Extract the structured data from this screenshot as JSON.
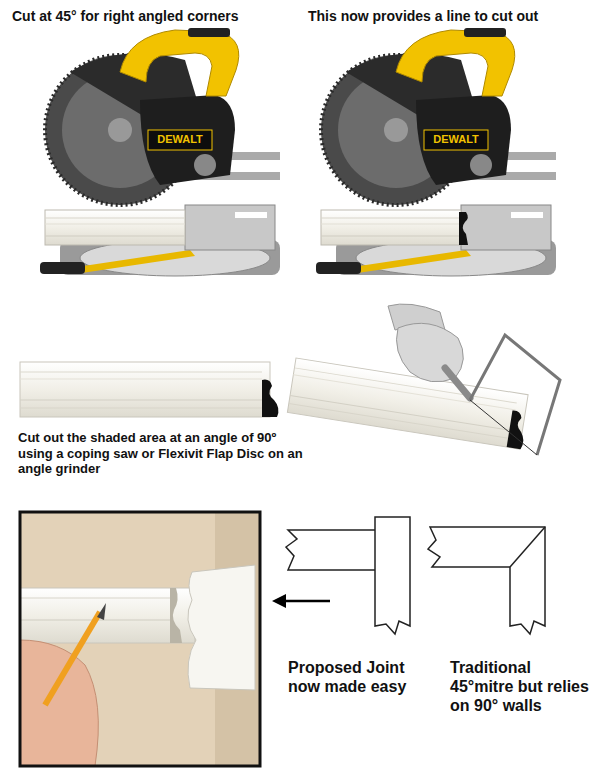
{
  "diagram": {
    "labels": [
      "Cut at 45° for right angled corners",
      "This now provides a line to cut out",
      "DEWALT",
      "DEWALT",
      "Cut out the shaded area at an angle of 90º using a coping saw or Flexivit Flap Disc on an angle grinder",
      "Proposed Joint now made easy",
      "Traditional 45°mitre but relies on 90° walls"
    ]
  }
}
